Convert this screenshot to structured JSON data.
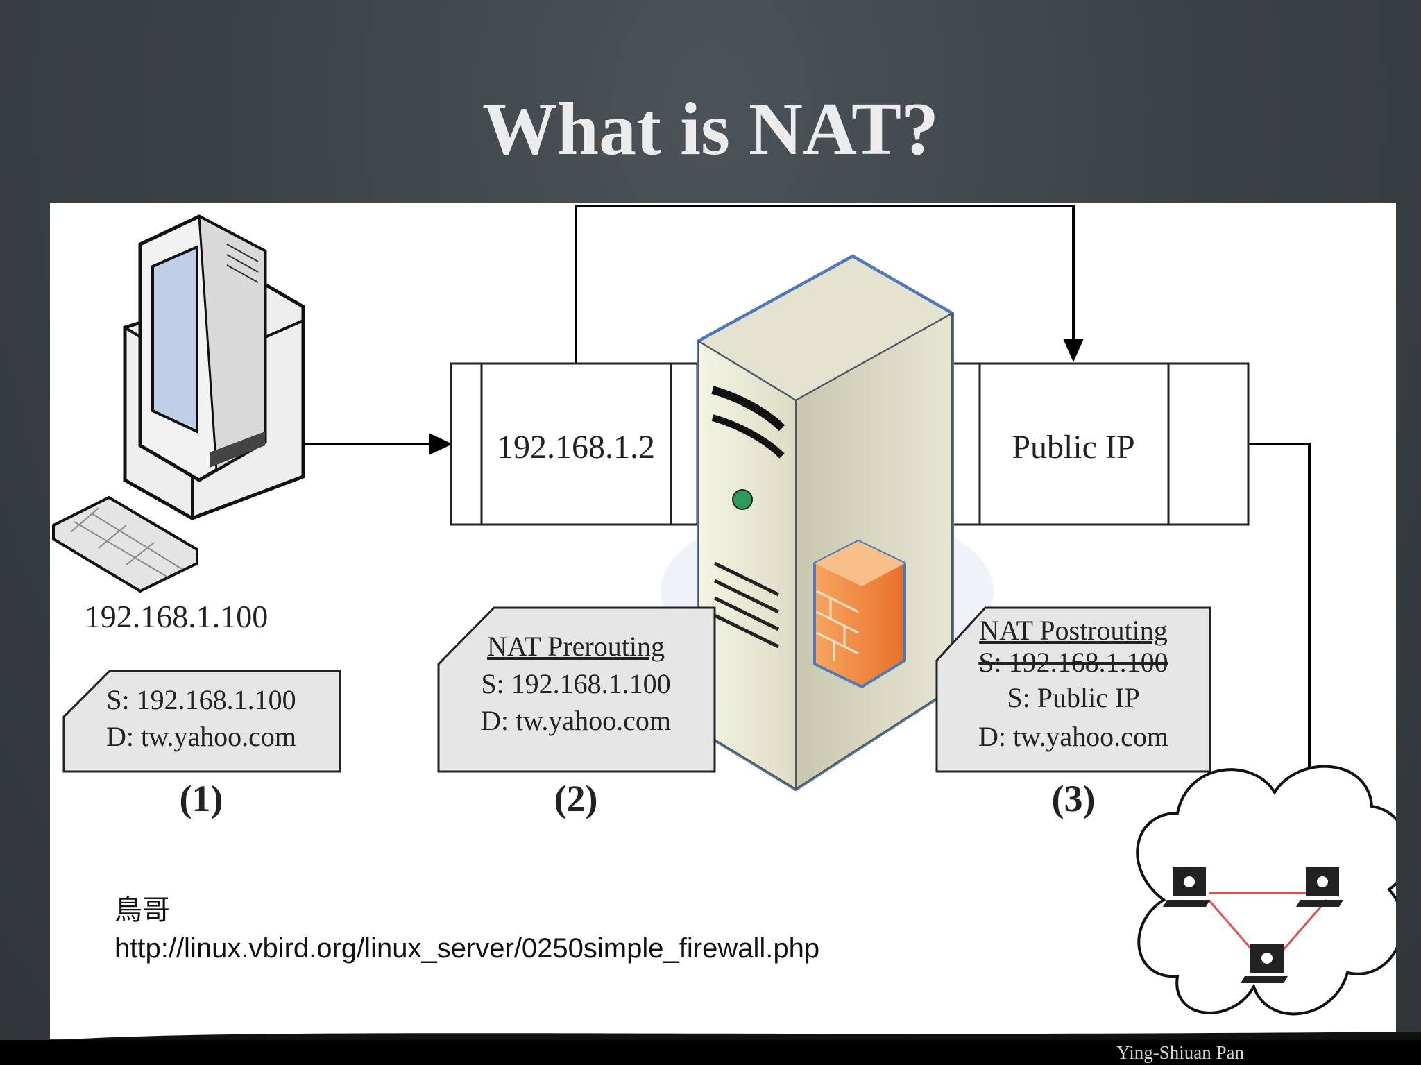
{
  "title": "What is NAT?",
  "client": {
    "ip": "192.168.1.100"
  },
  "internal_interface": {
    "ip": "192.168.1.2"
  },
  "external_interface": {
    "ip": "Public IP"
  },
  "packet1": {
    "src": "S: 192.168.1.100",
    "dst": "D: tw.yahoo.com",
    "step": "(1)"
  },
  "packet2": {
    "heading": "NAT Prerouting",
    "src": "S: 192.168.1.100",
    "dst": "D: tw.yahoo.com",
    "step": "(2)"
  },
  "packet3": {
    "heading": "NAT Postrouting",
    "old_src": "S: 192.168.1.100",
    "src": "S: Public IP",
    "dst": "D: tw.yahoo.com",
    "step": "(3)"
  },
  "credit": {
    "name": "鳥哥",
    "url": "http://linux.vbird.org/linux_server/0250simple_firewall.php"
  },
  "author": "Ying-Shiuan Pan",
  "colors": {
    "background": "#3c4347",
    "title": "#ececec",
    "box_fill": "#e6e6e6",
    "firewall": "#f08a3a",
    "cloud_link": "#e05050"
  },
  "icons": [
    "desktop-computer-icon",
    "server-icon",
    "firewall-icon",
    "internet-cloud-icon",
    "laptop-icon"
  ]
}
